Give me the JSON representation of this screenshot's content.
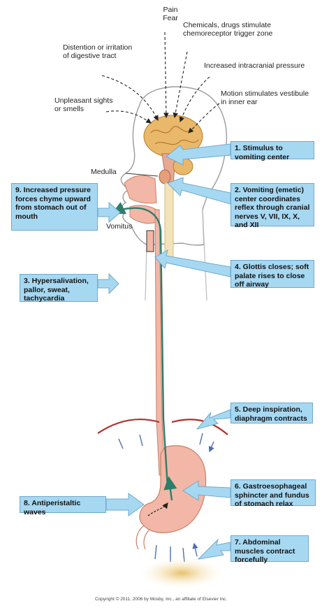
{
  "labels": {
    "pain_fear": "Pain\nFear",
    "chemicals": "Chemicals, drugs stimulate\nchemoreceptor trigger zone",
    "distention": "Distention or irritation\nof digestive tract",
    "intracranial": "Increased intracranial pressure",
    "unpleasant": "Unpleasant sights\nor smells",
    "motion": "Motion stimulates vestibule\nin inner ear",
    "medulla": "Medulla",
    "vomitus": "Vomitus"
  },
  "steps": {
    "s1": "1. Stimulus to vomiting center",
    "s2": "2. Vomiting (emetic) center coordinates reflex through cranial nerves V, VII, IX, X, and XII",
    "s3": "3. Hypersalivation, pallor, sweat, tachycardia",
    "s4": "4. Glottis closes; soft palate rises to close off airway",
    "s5": "5. Deep inspiration, diaphragm contracts",
    "s6": "6. Gastroesophageal sphincter and fundus of stomach relax",
    "s7": "7. Abdominal muscles contract forcefully",
    "s8": "8. Antiperistaltic waves",
    "s9": "9. Increased pressure forces chyme upward from stomach out of mouth"
  },
  "copyright": "Copyright © 2011, 2006 by Mosby, Inc., an affiliate of Elsevier Inc.",
  "colors": {
    "box_fill": "#a7d8f2",
    "box_border": "#6fa9cc",
    "tissue_pink": "#f2b7a6",
    "brain_tan": "#e9b86a",
    "esophagus_green": "#2e7d6b",
    "abdominal_glow": "#e8c06a"
  }
}
